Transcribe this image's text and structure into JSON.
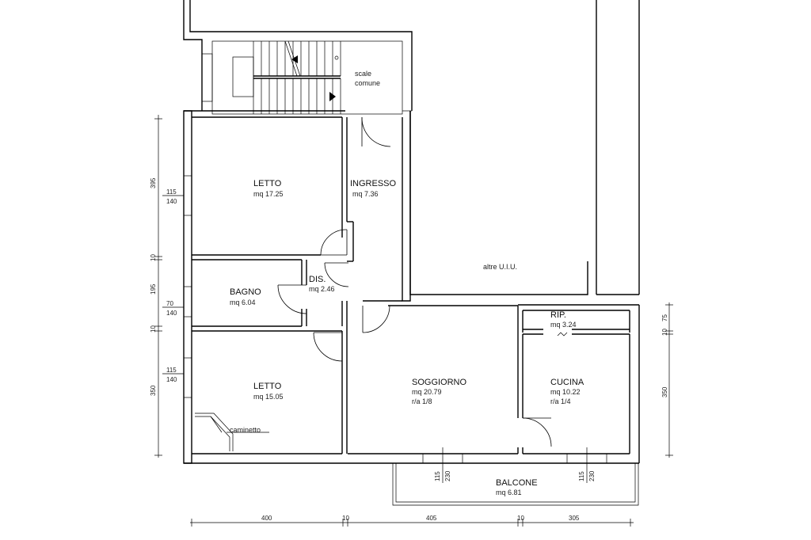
{
  "rooms": {
    "letto1": {
      "name": "LETTO",
      "area": "mq 17.25"
    },
    "ingresso": {
      "name": "INGRESSO",
      "area": "mq 7.36"
    },
    "bagno": {
      "name": "BAGNO",
      "area": "mq 6.04"
    },
    "dis": {
      "name": "DIS.",
      "area": "mq 2.46"
    },
    "letto2": {
      "name": "LETTO",
      "area": "mq 15.05",
      "feature": "caminetto"
    },
    "soggiorno": {
      "name": "SOGGIORNO",
      "area": "mq 20.79",
      "ratio": "r/a 1/8"
    },
    "cucina": {
      "name": "CUCINA",
      "area": "mq 10.22",
      "ratio": "r/a 1/4"
    },
    "rip": {
      "name": "RIP.",
      "area": "mq 3.24"
    },
    "balcone": {
      "name": "BALCONE",
      "area": "mq 6.81"
    }
  },
  "stairs": {
    "line1": "scale",
    "line2": "comune"
  },
  "other_units": "altre U.I.U.",
  "dimensions": {
    "left_top": "395",
    "left_wall1": "10",
    "left_mid": "195",
    "left_wall2": "10",
    "left_bottom": "350",
    "win_letto1_a": "115",
    "win_letto1_b": "140",
    "win_bagno_a": "70",
    "win_bagno_b": "140",
    "win_letto2_a": "115",
    "win_letto2_b": "140",
    "right_top_a": "10",
    "right_top_b": "75",
    "right_bottom": "350",
    "bottom_1": "400",
    "bottom_wall1": "10",
    "bottom_2": "405",
    "bottom_wall2": "10",
    "bottom_3": "305",
    "win_sogg_a": "115",
    "win_sogg_b": "230",
    "win_cuc_a": "115",
    "win_cuc_b": "230"
  }
}
